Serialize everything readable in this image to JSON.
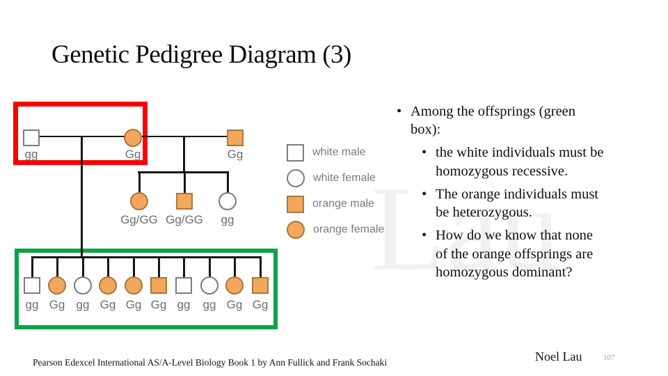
{
  "slide": {
    "title": "Genetic Pedigree Diagram (3)",
    "footer": "Pearson Edexcel International AS/A-Level Biology Book 1 by Ann Fullick and Frank Sochaki",
    "author": "Noel Lau",
    "page_number": "107",
    "watermark": "Lau"
  },
  "colors": {
    "orange_fill": "#f2a75c",
    "orange_border": "#aa763d",
    "white_shape_border": "#7b7b7b",
    "red_box": "#f80400",
    "green_box": "#0ea24b",
    "line": "#161616"
  },
  "pedigree": {
    "generation1": [
      {
        "sex": "male",
        "color": "white",
        "genotype": "gg"
      },
      {
        "sex": "female",
        "color": "orange",
        "genotype": "Gg"
      },
      {
        "sex": "male",
        "color": "orange",
        "genotype": "Gg"
      }
    ],
    "generation2": [
      {
        "sex": "female",
        "color": "orange",
        "genotype": "Gg/GG"
      },
      {
        "sex": "male",
        "color": "orange",
        "genotype": "Gg/GG"
      },
      {
        "sex": "female",
        "color": "white",
        "genotype": "gg"
      }
    ],
    "offspring": [
      {
        "sex": "male",
        "color": "white",
        "genotype": "gg"
      },
      {
        "sex": "female",
        "color": "orange",
        "genotype": "Gg"
      },
      {
        "sex": "female",
        "color": "white",
        "genotype": "gg"
      },
      {
        "sex": "female",
        "color": "orange",
        "genotype": "Gg"
      },
      {
        "sex": "female",
        "color": "orange",
        "genotype": "Gg"
      },
      {
        "sex": "male",
        "color": "orange",
        "genotype": "Gg"
      },
      {
        "sex": "male",
        "color": "white",
        "genotype": "gg"
      },
      {
        "sex": "female",
        "color": "white",
        "genotype": "gg"
      },
      {
        "sex": "female",
        "color": "orange",
        "genotype": "Gg"
      },
      {
        "sex": "male",
        "color": "orange",
        "genotype": "Gg"
      }
    ]
  },
  "legend": {
    "items": [
      {
        "shape": "square",
        "color": "white",
        "label": "white male"
      },
      {
        "shape": "circle",
        "color": "white",
        "label": "white female"
      },
      {
        "shape": "square",
        "color": "orange",
        "label": "orange male"
      },
      {
        "shape": "circle",
        "color": "orange",
        "label": "orange female"
      }
    ]
  },
  "notes": {
    "bullet_glyph": "•",
    "bullets": [
      {
        "level": 1,
        "text": "Among the offsprings (green\nbox):"
      },
      {
        "level": 2,
        "text": "the white individuals must be\nhomozygous recessive."
      },
      {
        "level": 2,
        "text": "The orange individuals must\nbe heterozygous."
      },
      {
        "level": 2,
        "text": "How do we know that none\nof the orange offsprings are\nhomozygous dominant?"
      }
    ]
  }
}
